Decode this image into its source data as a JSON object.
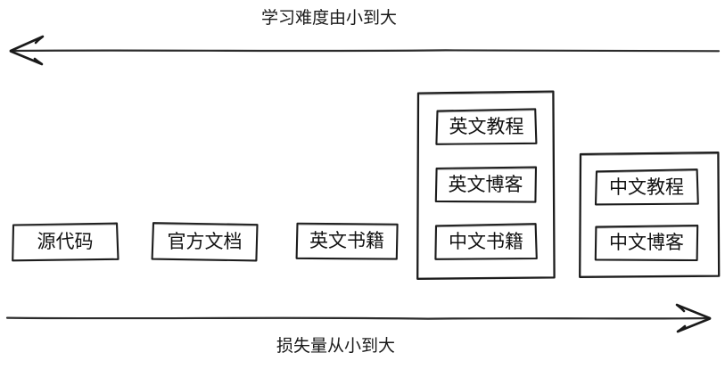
{
  "diagram": {
    "background_color": "#ffffff",
    "stroke_color": "#1a1a1a",
    "text_color": "#111111",
    "top_axis": {
      "caption": "学习难度由小到大",
      "direction": "left",
      "arrow_icon": "arrow-left-icon"
    },
    "bottom_axis": {
      "caption": "损失量从小到大",
      "direction": "right",
      "arrow_icon": "arrow-right-icon"
    },
    "columns": [
      {
        "id": "col-1",
        "grouped": false,
        "items": [
          {
            "label": "源代码"
          }
        ]
      },
      {
        "id": "col-2",
        "grouped": false,
        "items": [
          {
            "label": "官方文档"
          }
        ]
      },
      {
        "id": "col-3",
        "grouped": false,
        "items": [
          {
            "label": "英文书籍"
          }
        ]
      },
      {
        "id": "col-4",
        "grouped": true,
        "items": [
          {
            "label": "英文教程"
          },
          {
            "label": "英文博客"
          },
          {
            "label": "中文书籍"
          }
        ]
      },
      {
        "id": "col-5",
        "grouped": true,
        "items": [
          {
            "label": "中文教程"
          },
          {
            "label": "中文博客"
          }
        ]
      }
    ]
  }
}
